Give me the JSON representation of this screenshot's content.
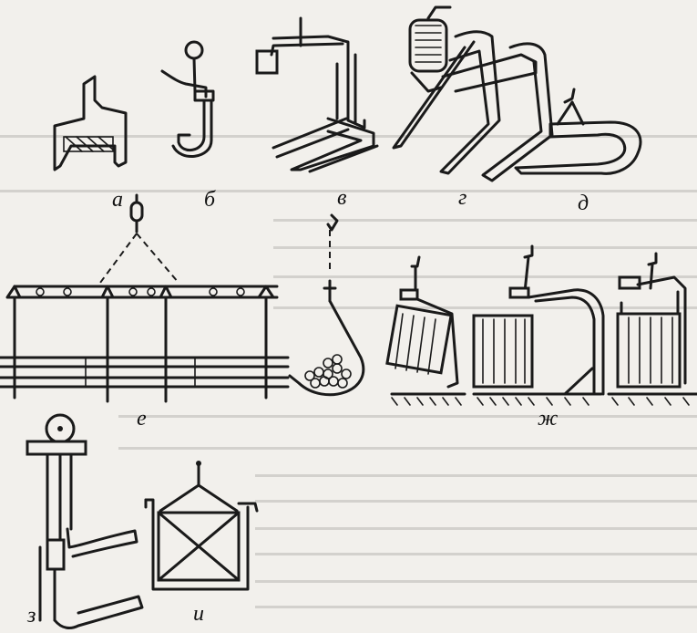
{
  "figure": {
    "labels": {
      "a": "а",
      "b": "б",
      "v": "в",
      "g": "г",
      "d": "д",
      "e": "е",
      "zh": "ж",
      "z": "з",
      "i": "и"
    }
  },
  "colors": {
    "paper": "#f2f0ec",
    "ink": "#1a1a1a",
    "bleed_text": "#8a8884"
  }
}
